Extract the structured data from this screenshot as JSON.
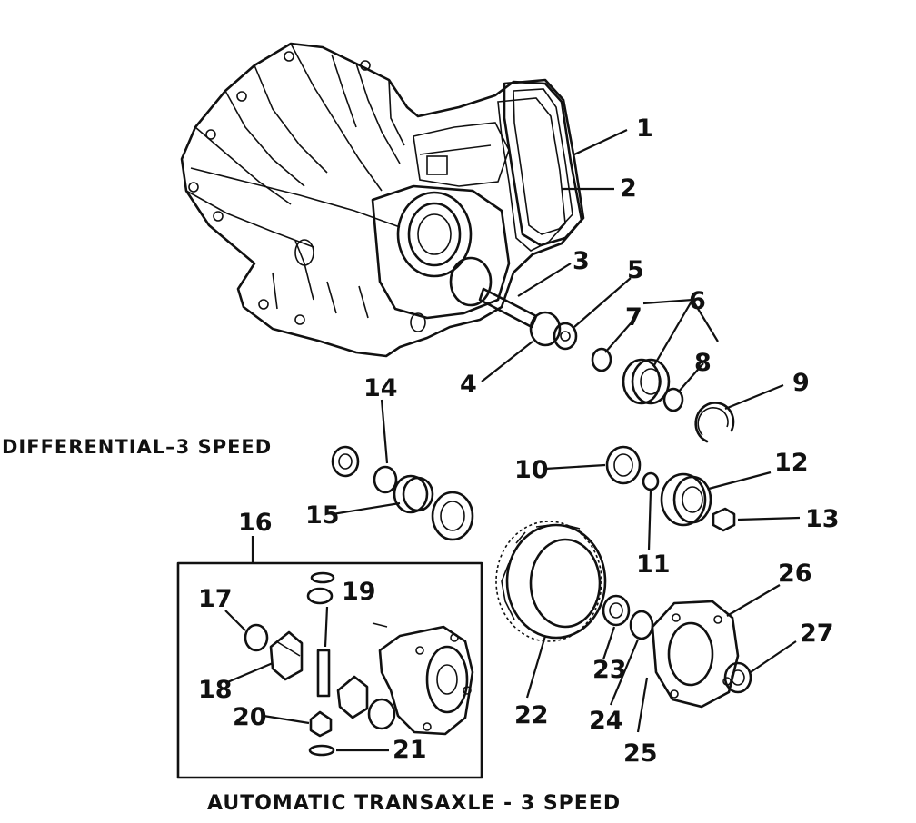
{
  "captions": {
    "differential": "DIFFERENTIAL–3 SPEED",
    "transaxle": "AUTOMATIC TRANSAXLE - 3 SPEED"
  },
  "callouts": [
    "1",
    "2",
    "3",
    "4",
    "5",
    "6",
    "7",
    "8",
    "9",
    "10",
    "11",
    "12",
    "13",
    "14",
    "15",
    "16",
    "17",
    "18",
    "19",
    "20",
    "21",
    "22",
    "23",
    "24",
    "25",
    "26",
    "27"
  ]
}
